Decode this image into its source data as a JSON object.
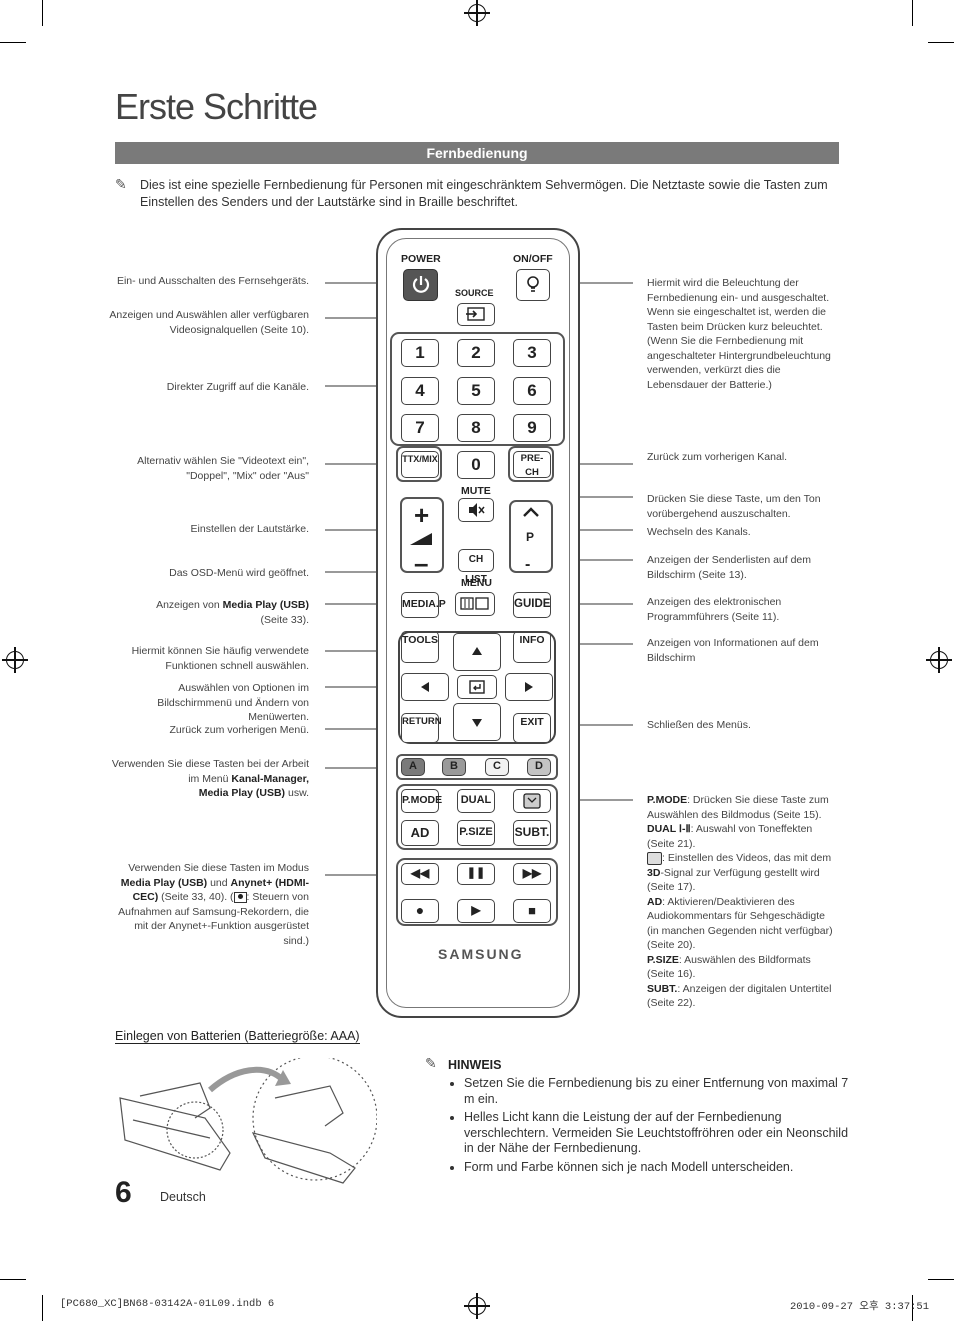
{
  "page": {
    "title": "Erste Schritte",
    "section_title": "Fernbedienung",
    "intro": "Dies ist eine spezielle Fernbedienung für Personen mit eingeschränktem Sehvermögen. Die Netztaste sowie die Tasten zum Einstellen des Senders und der Lautstärke sind in Braille beschriftet.",
    "page_number": "6",
    "language": "Deutsch"
  },
  "remote": {
    "power": "POWER",
    "onoff": "ON/OFF",
    "source": "SOURCE",
    "numbers": [
      "1",
      "2",
      "3",
      "4",
      "5",
      "6",
      "7",
      "8",
      "9"
    ],
    "zero": "0",
    "ttx": "TTX/MIX",
    "prech": "PRE-CH",
    "mute": "MUTE",
    "p": "P",
    "chlist": "CH LIST",
    "menu": "MENU",
    "mediap": "MEDIA.P",
    "guide": "GUIDE",
    "tools": "TOOLS",
    "info": "INFO",
    "return": "RETURN",
    "exit": "EXIT",
    "colors": [
      "A",
      "B",
      "C",
      "D"
    ],
    "pmode": "P.MODE",
    "dual": "DUAL",
    "ad": "AD",
    "psize": "P.SIZE",
    "subt": "SUBT.",
    "brand": "SAMSUNG"
  },
  "labels_left": {
    "power": "Ein- und Ausschalten des Fernsehgeräts.",
    "source": "Anzeigen und Auswählen aller verfügbaren Videosignalquellen (Seite 10).",
    "channels": "Direkter Zugriff auf die Kanäle.",
    "teletext": "Alternativ wählen Sie \"Videotext ein\", \"Doppel\", \"Mix\" oder \"Aus\"",
    "volume": "Einstellen der Lautstärke.",
    "osd": "Das OSD-Menü wird geöffnet.",
    "mediaplay_pre": "Anzeigen von",
    "mediaplay_bold": "Media Play (USB)",
    "mediaplay_post": "(Seite 33).",
    "tools": "Hiermit können Sie häufig verwendete Funktionen schnell auswählen.",
    "select": "Auswählen von Optionen im Bildschirmmenü und Ändern von Menüwerten.",
    "return": "Zurück zum vorherigen Menü.",
    "color_pre": "Verwenden Sie diese Tasten bei der Arbeit im Menü",
    "color_bold1": "Kanal-Manager,",
    "color_bold2": "Media Play (USB)",
    "color_post": "usw.",
    "playback_1": "Verwenden Sie diese Tasten im Modus",
    "playback_b1": "Media Play (USB)",
    "playback_2": "und",
    "playback_b2": "Anynet+ (HDMI-CEC)",
    "playback_3": "(Seite 33, 40).",
    "playback_4": "(",
    "playback_5": ": Steuern von Aufnahmen auf Samsung-Rekordern, die mit der Anynet+-Funktion ausgerüstet sind.)"
  },
  "labels_right": {
    "onoff": "Hiermit wird die Beleuchtung der Fernbedienung ein- und ausgeschaltet. Wenn sie eingeschaltet ist, werden die Tasten beim Drücken kurz beleuchtet. (Wenn Sie die Fernbedienung mit angeschalteter Hintergrundbeleuchtung verwenden, verkürzt dies die Lebensdauer der Batterie.)",
    "prech": "Zurück zum vorherigen Kanal.",
    "mute": "Drücken Sie diese Taste, um den Ton vorübergehend auszuschalten.",
    "channel": "Wechseln des Kanals.",
    "chlist": "Anzeigen der Senderlisten auf dem Bildschirm (Seite 13).",
    "guide": "Anzeigen des elektronischen Programmführers (Seite 11).",
    "info": "Anzeigen von Informationen auf dem Bildschirm",
    "exit": "Schließen des Menüs.",
    "pmode_b": "P.MODE",
    "pmode": ": Drücken Sie diese Taste zum Auswählen des Bildmodus (Seite 15).",
    "dual_b": "DUAL Ⅰ-Ⅱ",
    "dual": ": Auswahl von Toneffekten (Seite 21).",
    "threed_1": ": Einstellen des Videos, das mit dem",
    "threed_b": "3D",
    "threed_2": "-Signal zur Verfügung gestellt wird (Seite 17).",
    "ad_b": "AD",
    "ad": ": Aktivieren/Deaktivieren des Audiokommentars für Sehgeschädigte (in manchen Gegenden nicht verfügbar) (Seite 20).",
    "psize_b": "P.SIZE",
    "psize": ": Auswählen des Bildformats (Seite 16).",
    "subt_b": "SUBT.",
    "subt": ": Anzeigen der digitalen Untertitel (Seite 22)."
  },
  "battery": {
    "title": "Einlegen von Batterien (Batteriegröße: AAA)"
  },
  "notes": {
    "heading": "HINWEIS",
    "items": [
      "Setzen Sie die Fernbedienung bis zu einer Entfernung von maximal 7 m ein.",
      "Helles Licht kann die Leistung der auf der Fernbedienung verschlechtern. Vermeiden Sie Leuchtstoffröhren oder ein Neonschild in der Nähe der Fernbedienung.",
      "Form und Farbe können sich je nach Modell unterscheiden."
    ]
  },
  "footer": {
    "file": "[PC680_XC]BN68-03142A-01L09.indb   6",
    "date": "2010-09-27   오후 3:37:51"
  }
}
